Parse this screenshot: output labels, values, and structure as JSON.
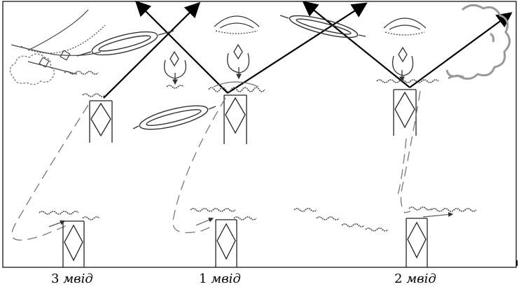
{
  "captions": [
    {
      "number": "3",
      "word": "мвід"
    },
    {
      "number": "1",
      "word": "мвід"
    },
    {
      "number": "2",
      "word": "мвід"
    }
  ],
  "colors": {
    "line": "#000000",
    "sketch": "#555555",
    "dashed": "#777777",
    "stitch": "#4a4a4a",
    "background": "#ffffff"
  },
  "icons": [
    "needle-icon",
    "eye-icon",
    "thread-loop-icon",
    "arrow-icon",
    "cloud-icon",
    "stitch-chain-icon"
  ]
}
